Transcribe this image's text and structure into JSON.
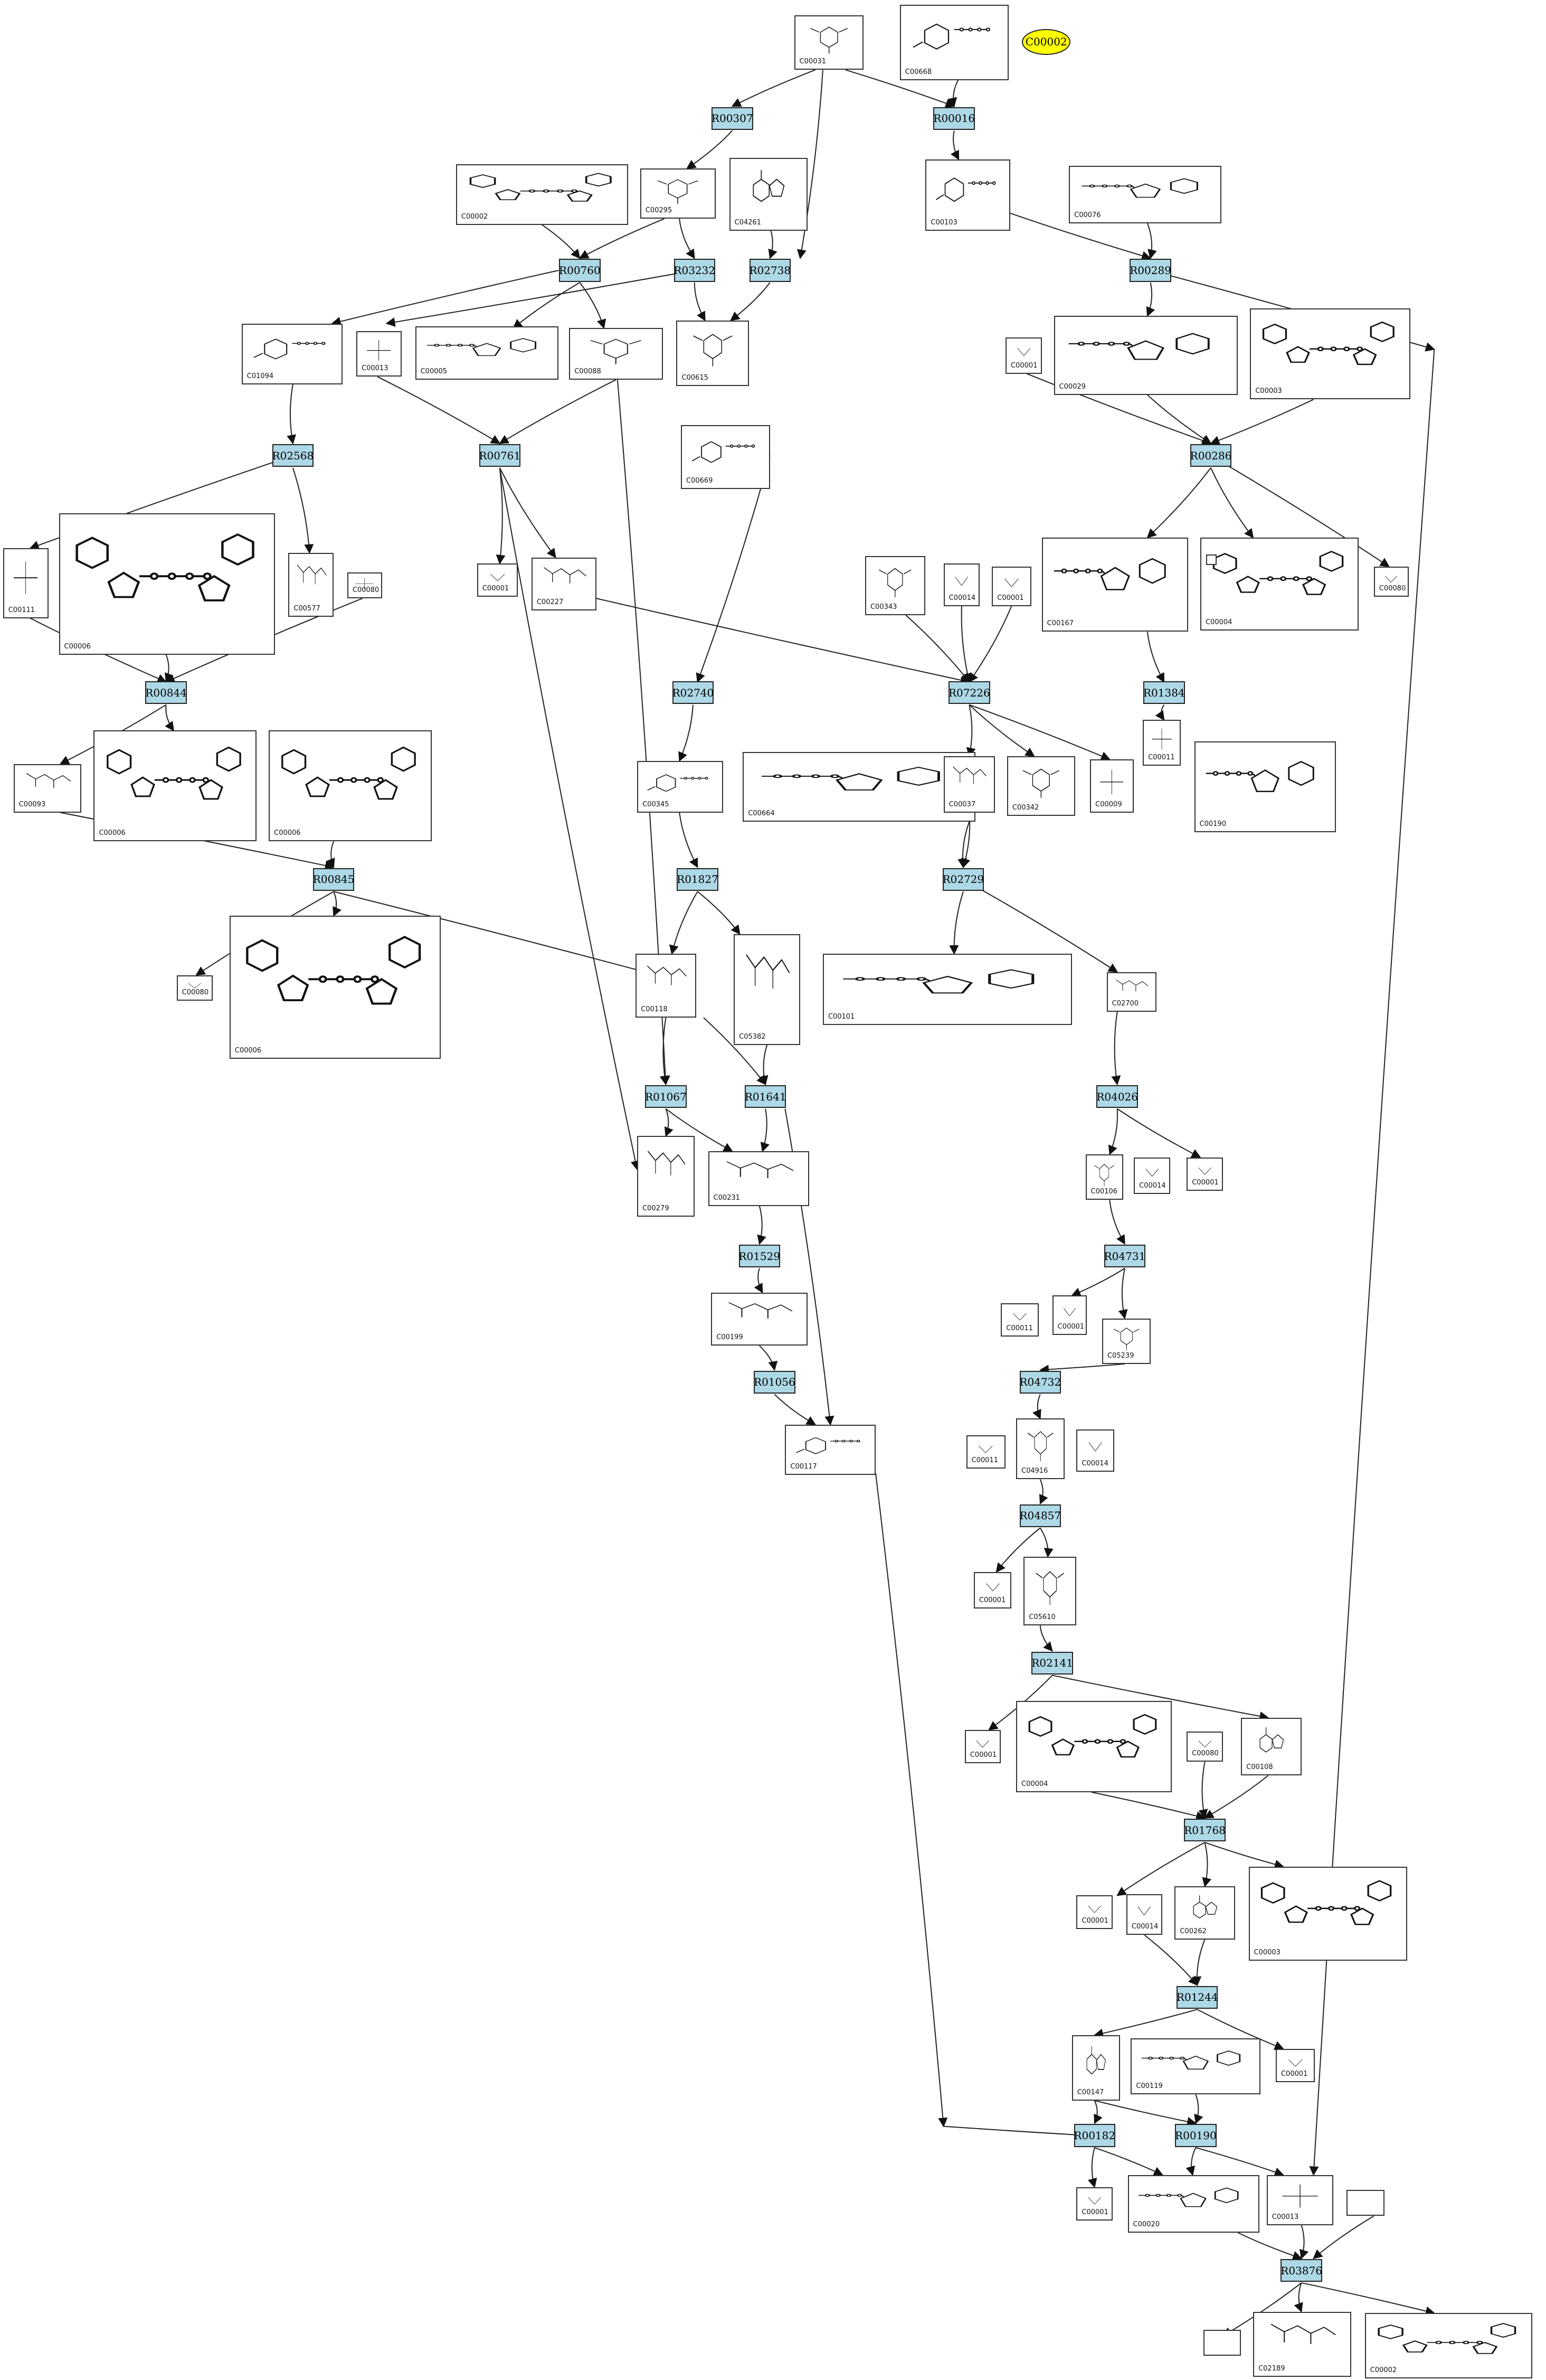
{
  "highlight_label": "C00002",
  "reactions": [
    "R00307",
    "R00016",
    "R00760",
    "R03232",
    "R02738",
    "R00289",
    "R02568",
    "R00761",
    "R00286",
    "R00844",
    "R02740",
    "R07226",
    "R01384",
    "R00845",
    "R01827",
    "R02729",
    "R01067",
    "R01641",
    "R04026",
    "R01529",
    "R04731",
    "R01056",
    "R04732",
    "R04857",
    "R02141",
    "R01768",
    "R01244",
    "R00182",
    "R00190",
    "R03876"
  ],
  "compounds": [
    "C00031",
    "C00668",
    "C00002",
    "C00295",
    "C04261",
    "C00103",
    "C00076",
    "C01094",
    "C00013",
    "C00005",
    "C00088",
    "C00615",
    "C00001",
    "C00029",
    "C00003",
    "C00111",
    "C00006",
    "C00577",
    "C00080",
    "C00669",
    "C00227",
    "C00343",
    "C00014",
    "C00167",
    "C00004",
    "C00093",
    "C00345",
    "C00664",
    "C00037",
    "C00342",
    "C00009",
    "C00011",
    "C00190",
    "C00118",
    "C05382",
    "C00101",
    "C02700",
    "C00199",
    "C00279",
    "C00231",
    "C00106",
    "C05239",
    "C00117",
    "C04916",
    "C05610",
    "C00108",
    "C00262",
    "C00147",
    "C00119",
    "C00020",
    "C00013",
    "C02189"
  ]
}
